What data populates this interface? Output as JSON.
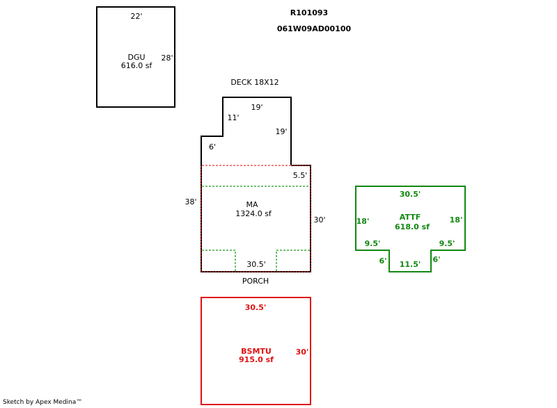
{
  "header": {
    "account_id": "R101093",
    "parcel_id": "061W09AD00100"
  },
  "colors": {
    "outline": "#000000",
    "attf": "#118811",
    "bsmtu": "#e01010",
    "dashed_red": "#f08080",
    "dashed_green": "#70c070",
    "ma_edge": "#7a1010"
  },
  "areas": {
    "dgu": {
      "code": "DGU",
      "area": "616.0 sf",
      "dims": {
        "top": "22'",
        "right": "28'"
      }
    },
    "deck": {
      "label": "DECK 18X12",
      "dims": {
        "top": "19'",
        "left_upper": "11'",
        "right": "19'",
        "left_lower": "6'"
      }
    },
    "ma": {
      "code": "MA",
      "area": "1324.0 sf",
      "dims": {
        "step": "5.5'",
        "left": "38'",
        "right": "30'",
        "bottom": "30.5'"
      }
    },
    "porch": {
      "label": "PORCH"
    },
    "attf": {
      "code": "ATTF",
      "area": "618.0 sf",
      "dims": {
        "top": "30.5'",
        "left": "18'",
        "right": "18'",
        "left_bottom": "9.5'",
        "right_bottom": "9.5'",
        "notch_left": "6'",
        "notch_right": "6'",
        "notch_bottom": "11.5'"
      }
    },
    "bsmtu": {
      "code": "BSMTU",
      "area": "915.0 sf",
      "dims": {
        "top": "30.5'",
        "right": "30'"
      }
    }
  },
  "footer": {
    "credit": "Sketch by Apex Medina™"
  }
}
